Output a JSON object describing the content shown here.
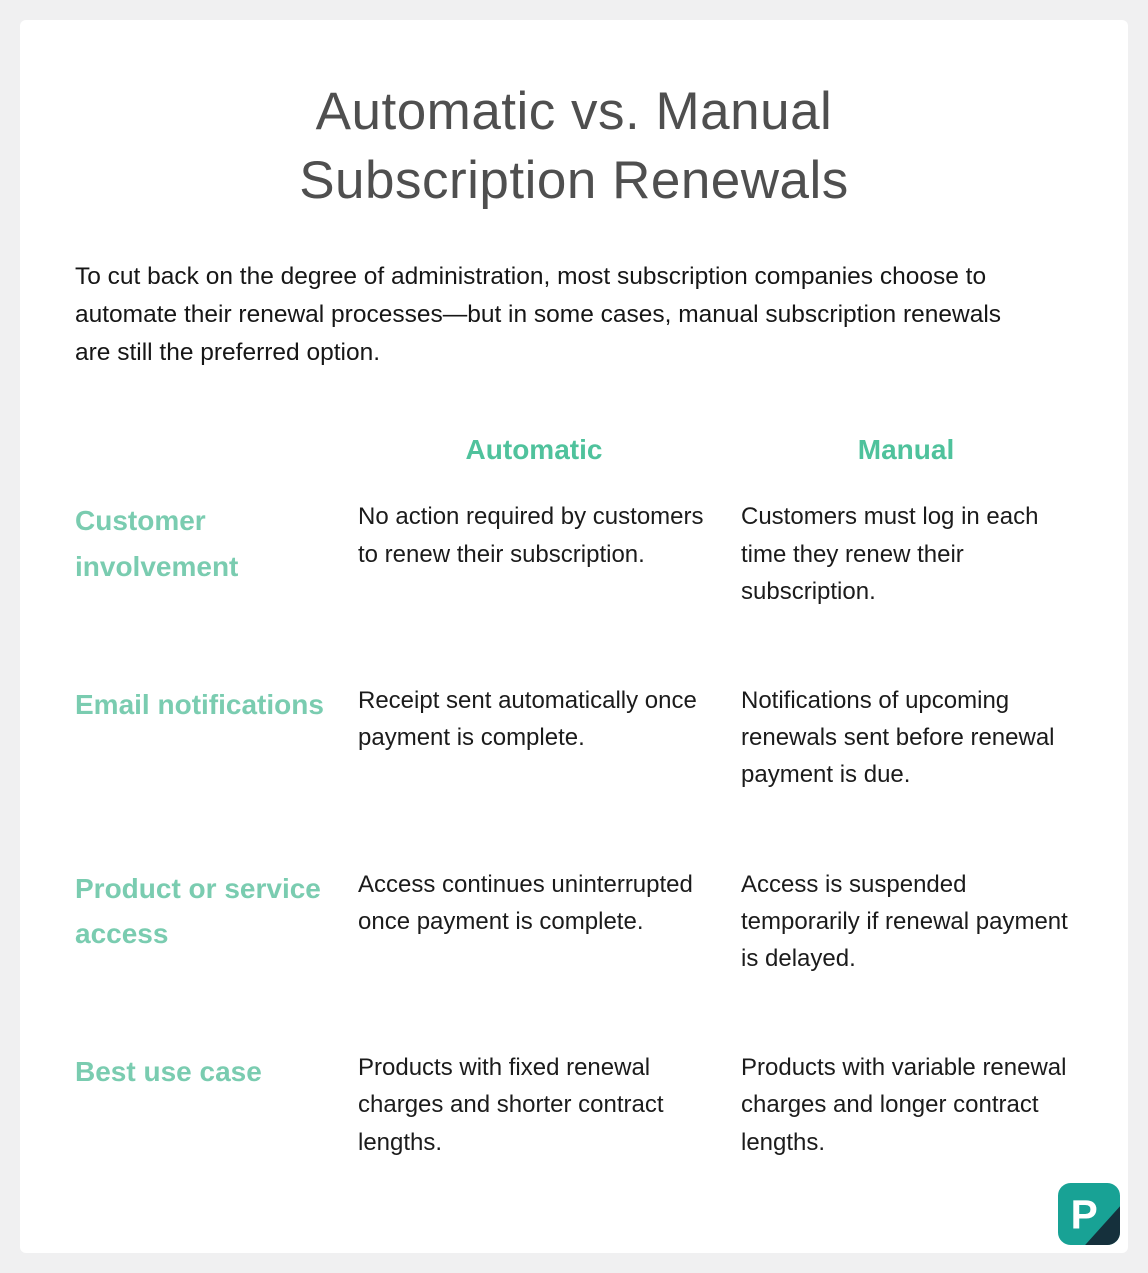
{
  "header": {
    "title_line1": "Automatic vs. Manual",
    "title_line2": "Subscription Renewals",
    "intro": "To cut back on the degree of administration, most subscription companies choose to automate their renewal processes—but in some cases, manual subscription renewals are still the preferred option."
  },
  "table": {
    "columns": [
      "Automatic",
      "Manual"
    ],
    "rows": [
      {
        "label": "Customer involvement",
        "automatic": "No action required by customers to renew their subscription.",
        "manual": "Customers must log in each time they renew their subscription."
      },
      {
        "label": "Email notifications",
        "automatic": "Receipt sent automatically once payment is complete.",
        "manual": "Notifications of upcoming renewals sent before renewal payment is due."
      },
      {
        "label": "Product or service access",
        "automatic": "Access continues uninterrupted once payment is complete.",
        "manual": "Access is suspended temporarily if renewal payment is delayed."
      },
      {
        "label": "Best use case",
        "automatic": "Products with fixed renewal charges and shorter contract lengths.",
        "manual": "Products with variable renewal charges and longer contract lengths."
      }
    ]
  },
  "branding": {
    "logo_name": "brand-logo-p",
    "logo_letter": "P"
  },
  "colors": {
    "page_bg": "#F0F0F1",
    "card_bg": "#FFFFFF",
    "accent_header": "#4FC29C",
    "accent_label": "#7ACCB0",
    "title_text": "#4F4F4F",
    "body_text": "#1B1B1B",
    "logo_teal": "#18A295",
    "logo_dark": "#15303C"
  }
}
